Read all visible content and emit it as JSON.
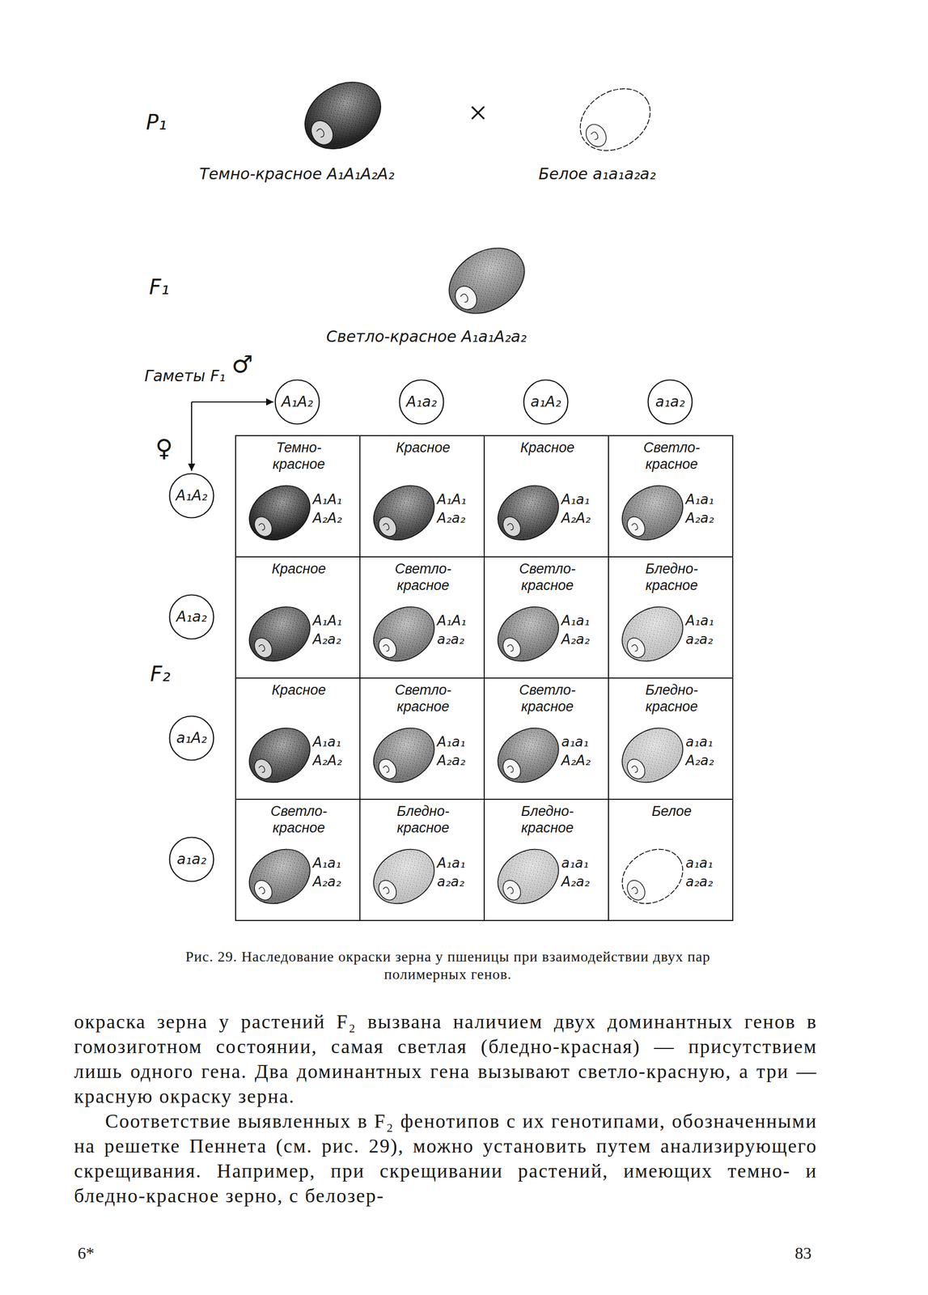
{
  "diagram": {
    "caption": "Рис. 29. Наследование окраски зерна у пшеницы при взаимодействии двух пар полимерных генов.",
    "nodes": [
      {
        "text": [
          "A₁A₂"
        ]
      },
      {
        "text": [
          "A₁a₂"
        ]
      },
      {
        "text": [
          "a₁A₂"
        ]
      },
      {
        "text": [
          "a₁a₂"
        ]
      },
      {
        "text": [
          "A₁A₂"
        ]
      },
      {
        "text": [
          "Темно-красное",
          "A₁A₁ A₂A₂"
        ]
      },
      {
        "text": [
          "Красное",
          "A₁A₁ A₂a₂"
        ]
      },
      {
        "text": [
          "Красное",
          "A₁a₁ A₂A₂"
        ]
      },
      {
        "text": [
          "Светло-красное",
          "A₁a₁ A₂a₂"
        ]
      },
      {
        "text": [
          "A₁a₂"
        ]
      },
      {
        "text": [
          "Красное",
          "A₁A₁ A₂a₂"
        ]
      },
      {
        "text": [
          "Светло-красное",
          "A₁A₁ a₂a₂"
        ]
      },
      {
        "text": [
          "Светло-красное",
          "A₁a₁ A₂a₂"
        ]
      },
      {
        "text": [
          "Бледно-красное",
          "A₁a₁ a₂a₂"
        ]
      },
      {
        "text": [
          "a₁A₂"
        ]
      },
      {
        "text": [
          "Красное",
          "A₁a₁ A₂A₂"
        ]
      },
      {
        "text": [
          "Светло-красное",
          "A₁a₁ A₂a₂"
        ]
      },
      {
        "text": [
          "Светло-красное",
          "a₁a₁ A₂A₂"
        ]
      },
      {
        "text": [
          "Бледно-красное",
          "a₁a₁ A₂a₂"
        ]
      },
      {
        "text": [
          "a₁a₂"
        ]
      },
      {
        "text": [
          "Светло-красное",
          "A₁a₁ A₂a₂"
        ]
      },
      {
        "text": [
          "Бледно-красное",
          "A₁a₁ a₂a₂"
        ]
      },
      {
        "text": [
          "Бледно-красное",
          "a₁a₁ A₂a₂"
        ]
      },
      {
        "text": [
          "Белое",
          "a₁a₁ a₂a₂"
        ]
      }
    ],
    "labels": [
      "P₁",
      "Темно-красное A₁A₁A₂A₂",
      "×",
      "Белое a₁a₁a₂a₂",
      "F₁",
      "Светло-красное A₁a₁A₂a₂",
      "Гаметы F₁",
      "♂",
      "♀",
      "F₂",
      "окраска зерна у растений F₂ вызвана наличием двух доминантных генов в гомозиготном состоянии, самая светлая (бледно-красная) — присутствием лишь одного гена. Два доминантных гена вызывают светло-красную, а три — красную окраску зерна.",
      "Соответствие выявленных в F₂ фенотипов с их генотипами, обозначенными на решетке Пеннета (см. рис. 29), можно установить путем анализирующего скрещивания. Например, при скрещивании растений, имеющих темно- и бледно-красное зерно, с белозер-",
      "6*",
      "83"
    ]
  }
}
